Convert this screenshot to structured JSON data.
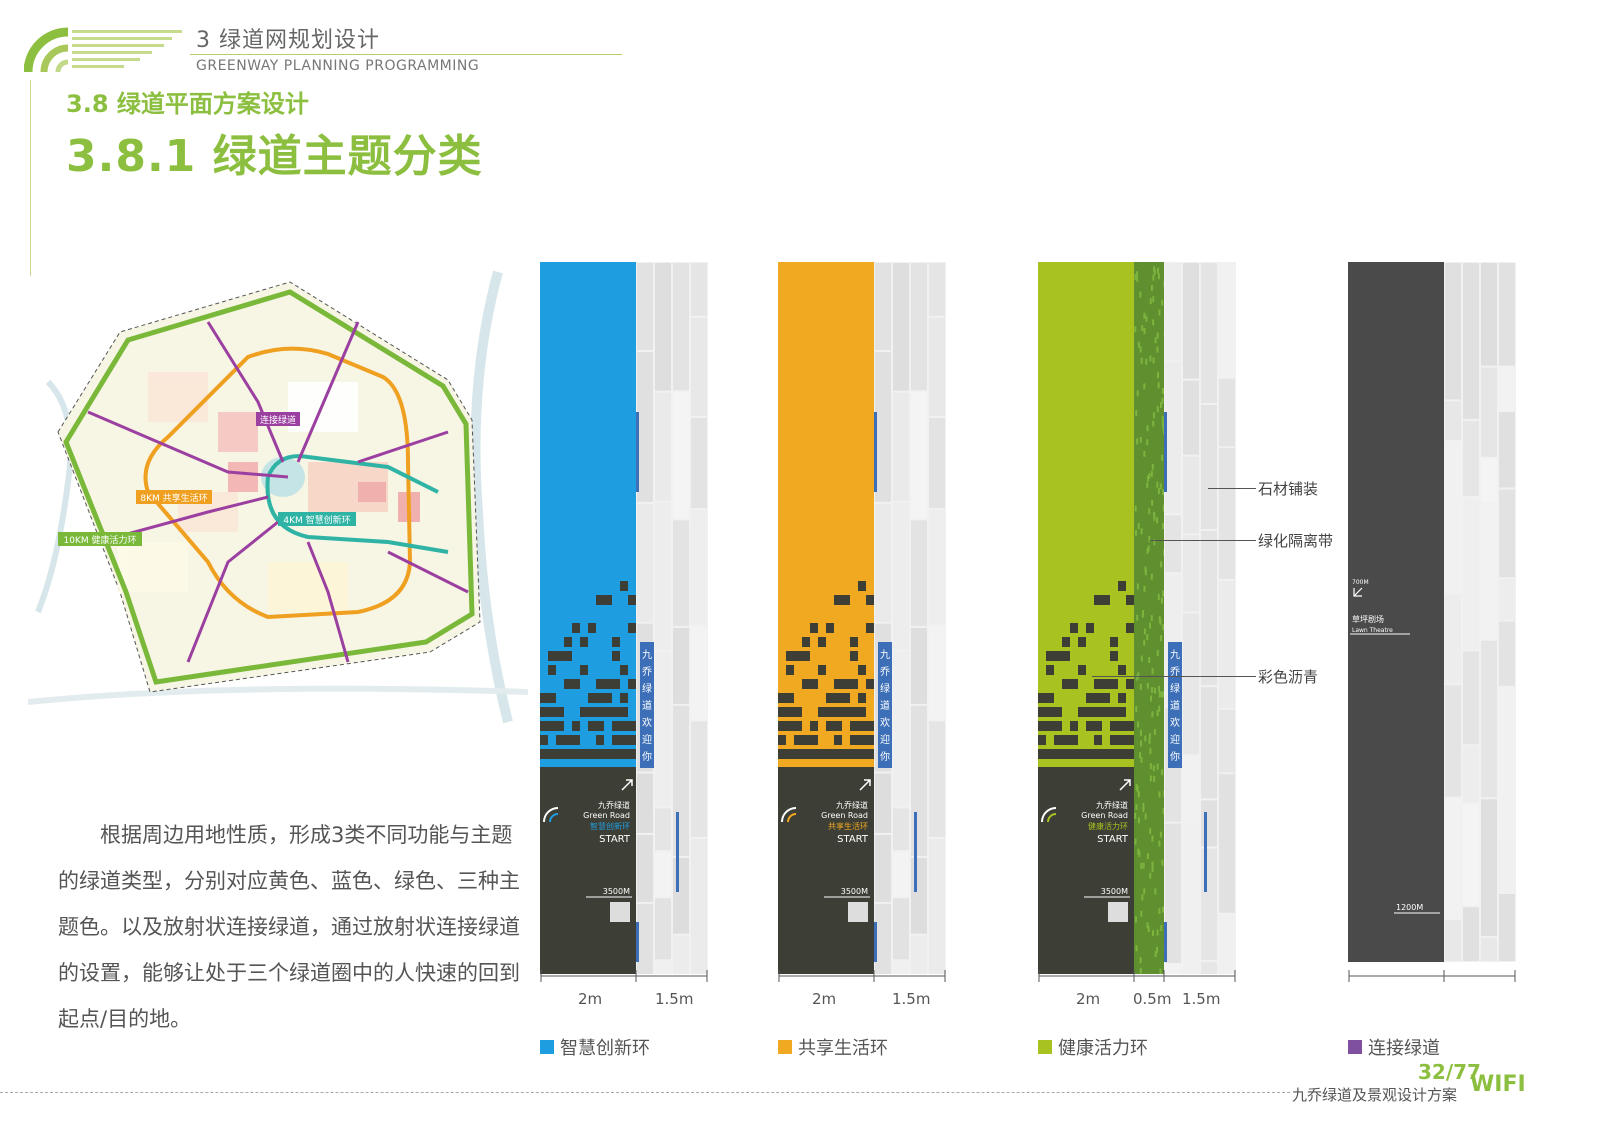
{
  "header": {
    "chapter": "3 绿道网规划设计",
    "chapter_en": "GREENWAY PLANNING PROGRAMMING",
    "section": "3.8  绿道平面方案设计",
    "subsection": "3.8.1  绿道主题分类"
  },
  "map": {
    "labels": {
      "connect": "连接绿道",
      "share": "8KM 共享生活环",
      "smart": "4KM 智慧创新环",
      "health": "10KM 健康活力环"
    },
    "colors": {
      "health": "#7ab83a",
      "share": "#f0a020",
      "smart": "#2fb3a5",
      "connect": "#9b3fa0"
    }
  },
  "paragraph": "根据周边用地性质，形成3类不同功能与主题的绿道类型，分别对应黄色、蓝色、绿色、三种主题色。以及放射状连接绿道，通过放射状连接绿道的设置，能够让处于三个绿道圈中的人快速的回到起点/目的地。",
  "strips": {
    "sign": {
      "name": "九乔绿道",
      "en": "Green Road",
      "start": "START",
      "distance": "3500M",
      "welcome": "九乔绿道欢迎你"
    },
    "smart_ring_label": "智慧创新环",
    "share_ring_label": "共享生活环",
    "health_ring_label": "健康活力环",
    "connect_sign": {
      "distance_top": "700M",
      "place": "草坪剧场",
      "place_en": "Lawn Theatre",
      "distance": "1200M"
    },
    "dims": {
      "d2m": "2m",
      "d15m": "1.5m",
      "d05m": "0.5m"
    },
    "callouts": {
      "stone": "石材铺装",
      "green_belt": "绿化隔离带",
      "asphalt": "彩色沥青"
    }
  },
  "legend": {
    "smart": {
      "label": "智慧创新环",
      "color": "#1e9ee0"
    },
    "share": {
      "label": "共享生活环",
      "color": "#f0a920"
    },
    "health": {
      "label": "健康活力环",
      "color": "#a8c320"
    },
    "connect": {
      "label": "连接绿道",
      "color": "#7f4fa0"
    }
  },
  "footer": {
    "title": "九乔绿道及景观设计方案",
    "number": "32/77",
    "wifi": "WIFI"
  }
}
